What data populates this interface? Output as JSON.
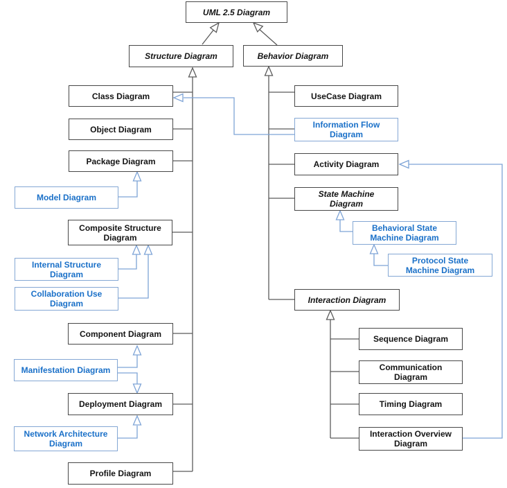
{
  "diagram": {
    "title": "UML 2.5 Diagram",
    "colors": {
      "background": "#ffffff",
      "node_border": "#474747",
      "node_text": "#141414",
      "blue_node_border": "#84a7d4",
      "blue_node_text": "#1a70c8",
      "black_connector": "#5a5a5a",
      "blue_connector": "#7da3d6"
    },
    "nodes": {
      "uml": {
        "label": "UML 2.5 Diagram",
        "abstract": true
      },
      "structure": {
        "label": "Structure Diagram",
        "abstract": true
      },
      "behavior": {
        "label": "Behavior Diagram",
        "abstract": true
      },
      "class": {
        "label": "Class Diagram"
      },
      "object": {
        "label": "Object Diagram"
      },
      "package": {
        "label": "Package Diagram"
      },
      "model": {
        "label": "Model Diagram",
        "blue": true
      },
      "composite": {
        "label": "Composite Structure Diagram"
      },
      "internal": {
        "label": "Internal Structure Diagram",
        "blue": true
      },
      "collaboration": {
        "label": "Collaboration Use Diagram",
        "blue": true
      },
      "component": {
        "label": "Component Diagram"
      },
      "manifestation": {
        "label": "Manifestation Diagram",
        "blue": true
      },
      "deployment": {
        "label": "Deployment Diagram"
      },
      "network": {
        "label": "Network Architecture Diagram",
        "blue": true
      },
      "profile": {
        "label": "Profile Diagram"
      },
      "usecase": {
        "label": "UseCase Diagram"
      },
      "infoflow": {
        "label": "Information Flow Diagram",
        "blue": true
      },
      "activity": {
        "label": "Activity Diagram"
      },
      "statemachine": {
        "label": "State Machine Diagram",
        "abstract": true
      },
      "behavioralsm": {
        "label": "Behavioral State Machine Diagram",
        "blue": true
      },
      "protocolsm": {
        "label": "Protocol State Machine Diagram",
        "blue": true
      },
      "interaction": {
        "label": "Interaction Diagram",
        "abstract": true
      },
      "sequence": {
        "label": "Sequence Diagram"
      },
      "communication": {
        "label": "Communication Diagram"
      },
      "timing": {
        "label": "Timing Diagram"
      },
      "overview": {
        "label": "Interaction Overview Diagram"
      }
    },
    "edges": [
      {
        "from": "Structure Diagram",
        "to": "UML 2.5 Diagram"
      },
      {
        "from": "Behavior Diagram",
        "to": "UML 2.5 Diagram"
      },
      {
        "from": "Class Diagram",
        "to": "Structure Diagram"
      },
      {
        "from": "Object Diagram",
        "to": "Structure Diagram"
      },
      {
        "from": "Package Diagram",
        "to": "Structure Diagram"
      },
      {
        "from": "Composite Structure Diagram",
        "to": "Structure Diagram"
      },
      {
        "from": "Component Diagram",
        "to": "Structure Diagram"
      },
      {
        "from": "Deployment Diagram",
        "to": "Structure Diagram"
      },
      {
        "from": "Profile Diagram",
        "to": "Structure Diagram"
      },
      {
        "from": "Model Diagram",
        "to": "Package Diagram"
      },
      {
        "from": "Internal Structure Diagram",
        "to": "Composite Structure Diagram"
      },
      {
        "from": "Collaboration Use Diagram",
        "to": "Composite Structure Diagram"
      },
      {
        "from": "Manifestation Diagram",
        "to": "Component Diagram"
      },
      {
        "from": "Manifestation Diagram",
        "to": "Deployment Diagram"
      },
      {
        "from": "Network Architecture Diagram",
        "to": "Deployment Diagram"
      },
      {
        "from": "Information Flow Diagram",
        "to": "Class Diagram"
      },
      {
        "from": "UseCase Diagram",
        "to": "Behavior Diagram"
      },
      {
        "from": "Information Flow Diagram",
        "to": "Behavior Diagram"
      },
      {
        "from": "Activity Diagram",
        "to": "Behavior Diagram"
      },
      {
        "from": "State Machine Diagram",
        "to": "Behavior Diagram"
      },
      {
        "from": "Interaction Diagram",
        "to": "Behavior Diagram"
      },
      {
        "from": "Behavioral State Machine Diagram",
        "to": "State Machine Diagram"
      },
      {
        "from": "Protocol State Machine Diagram",
        "to": "Behavioral State Machine Diagram"
      },
      {
        "from": "Sequence Diagram",
        "to": "Interaction Diagram"
      },
      {
        "from": "Communication Diagram",
        "to": "Interaction Diagram"
      },
      {
        "from": "Timing Diagram",
        "to": "Interaction Diagram"
      },
      {
        "from": "Interaction Overview Diagram",
        "to": "Interaction Diagram"
      },
      {
        "from": "Interaction Overview Diagram",
        "to": "Activity Diagram"
      }
    ]
  }
}
